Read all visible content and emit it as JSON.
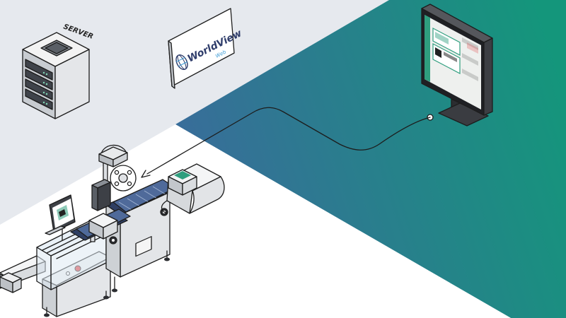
{
  "server": {
    "label": "SERVER"
  },
  "software": {
    "name": "WorldView",
    "sub": "Web"
  },
  "colors": {
    "background": "#e6e9ee",
    "band_start": "#3b6a9c",
    "band_end": "#14967b",
    "floor": "#ffffff",
    "accent_green": "#2f9e7e",
    "stop_button": "#e0383b"
  }
}
